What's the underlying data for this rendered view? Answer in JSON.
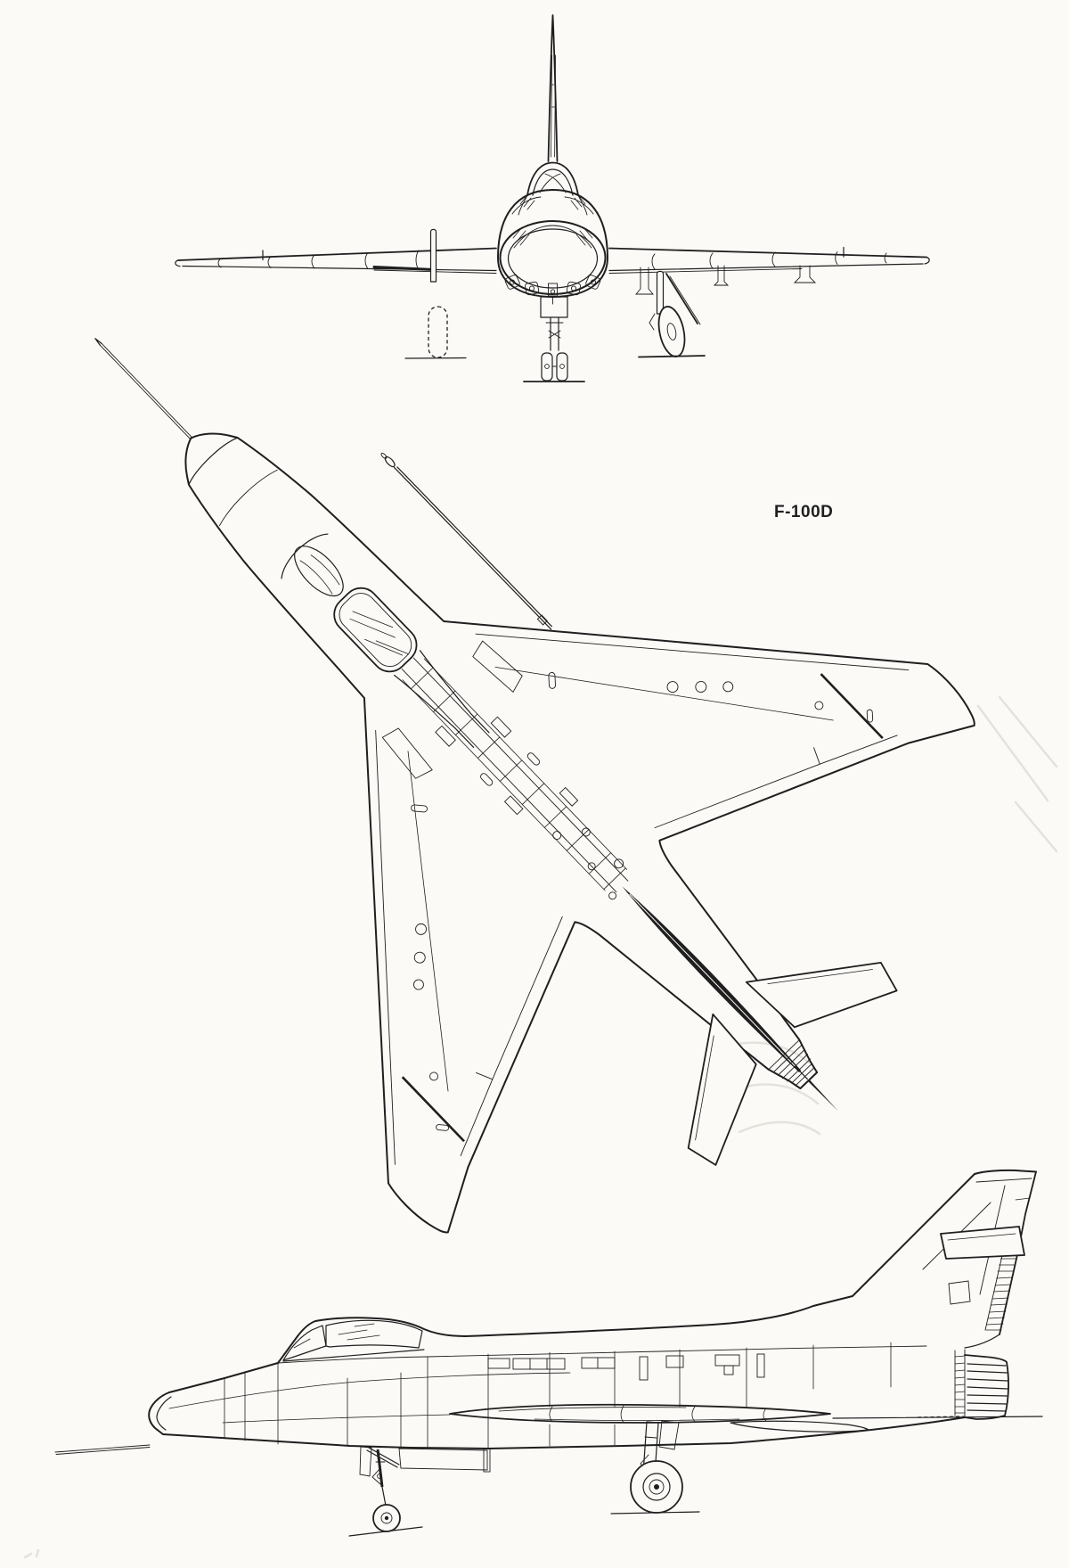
{
  "drawing": {
    "label": "F-100D"
  },
  "colors": {
    "paper": "#fbfaf7",
    "ink": "#1f1f1f",
    "faint": "#c9c5bb"
  },
  "views": {
    "front": "front-view",
    "top": "top-view",
    "side": "side-view"
  }
}
